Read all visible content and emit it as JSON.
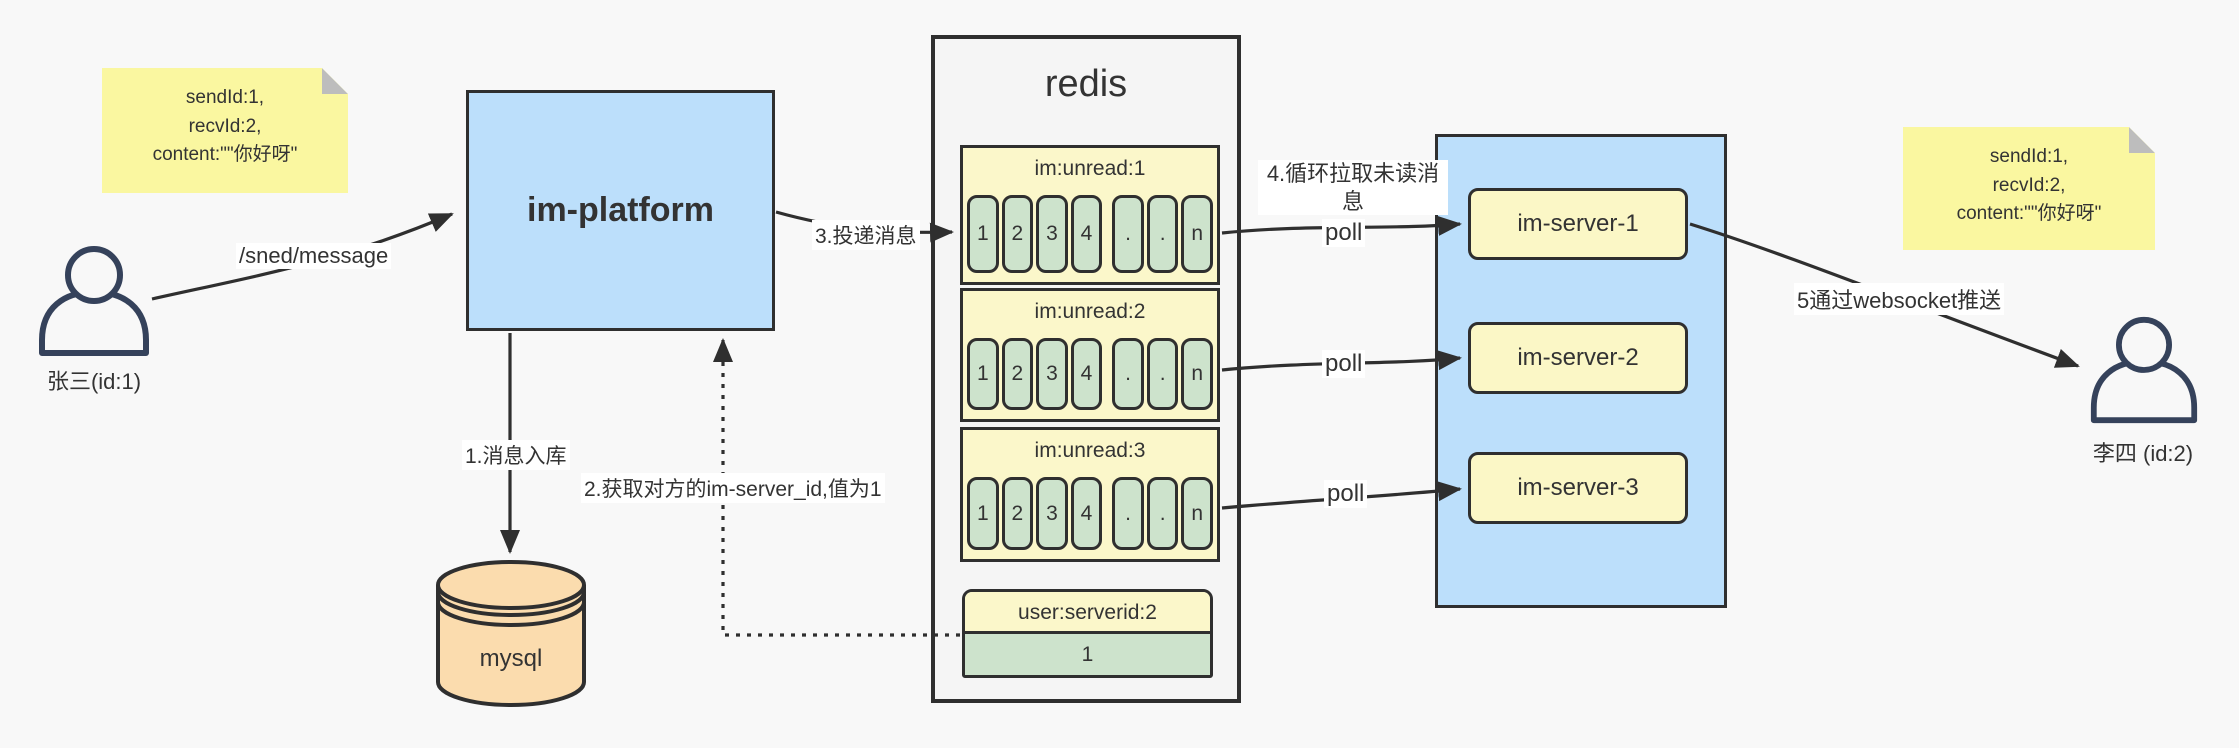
{
  "notes": {
    "left": {
      "lines": [
        "sendId:1,",
        "recvId:2,",
        "content:\"\"你好呀\""
      ]
    },
    "right": {
      "lines": [
        "sendId:1,",
        "recvId:2,",
        "content:\"\"你好呀\""
      ]
    }
  },
  "actors": {
    "sender": {
      "label": "张三(id:1)"
    },
    "receiver": {
      "label": "李四 (id:2)"
    }
  },
  "platform": {
    "label": "im-platform"
  },
  "database": {
    "label": "mysql"
  },
  "redis": {
    "title": "redis",
    "queues": [
      {
        "name": "im:unread:1",
        "cells": [
          "1",
          "2",
          "3",
          "4",
          ".",
          ".",
          "n"
        ]
      },
      {
        "name": "im:unread:2",
        "cells": [
          "1",
          "2",
          "3",
          "4",
          ".",
          ".",
          "n"
        ]
      },
      {
        "name": "im:unread:3",
        "cells": [
          "1",
          "2",
          "3",
          "4",
          ".",
          ".",
          "n"
        ]
      }
    ],
    "kv": {
      "name": "user:serverid:2",
      "value": "1"
    }
  },
  "servers": [
    {
      "label": "im-server-1"
    },
    {
      "label": "im-server-2"
    },
    {
      "label": "im-server-3"
    }
  ],
  "edge_labels": {
    "send_api": "/sned/message",
    "step1": "1.消息入库",
    "step2": "2.获取对方的im-server_id,值为1",
    "step3": "3.投递消息",
    "step4": "4.循环拉取未读消息",
    "step5": "5通过websocket推送",
    "polls": [
      "poll",
      "poll",
      "poll"
    ]
  },
  "colors": {
    "background": "#F8F8F8",
    "note_yellow": "#FAF7A0",
    "node_blue": "#BCDFFB",
    "queue_yellow": "#FBF7CA",
    "cell_green": "#CDE3CC",
    "mysql_peach": "#FBDCAE",
    "border_dark": "#2F2F2F",
    "actor_navy": "#35425B"
  }
}
